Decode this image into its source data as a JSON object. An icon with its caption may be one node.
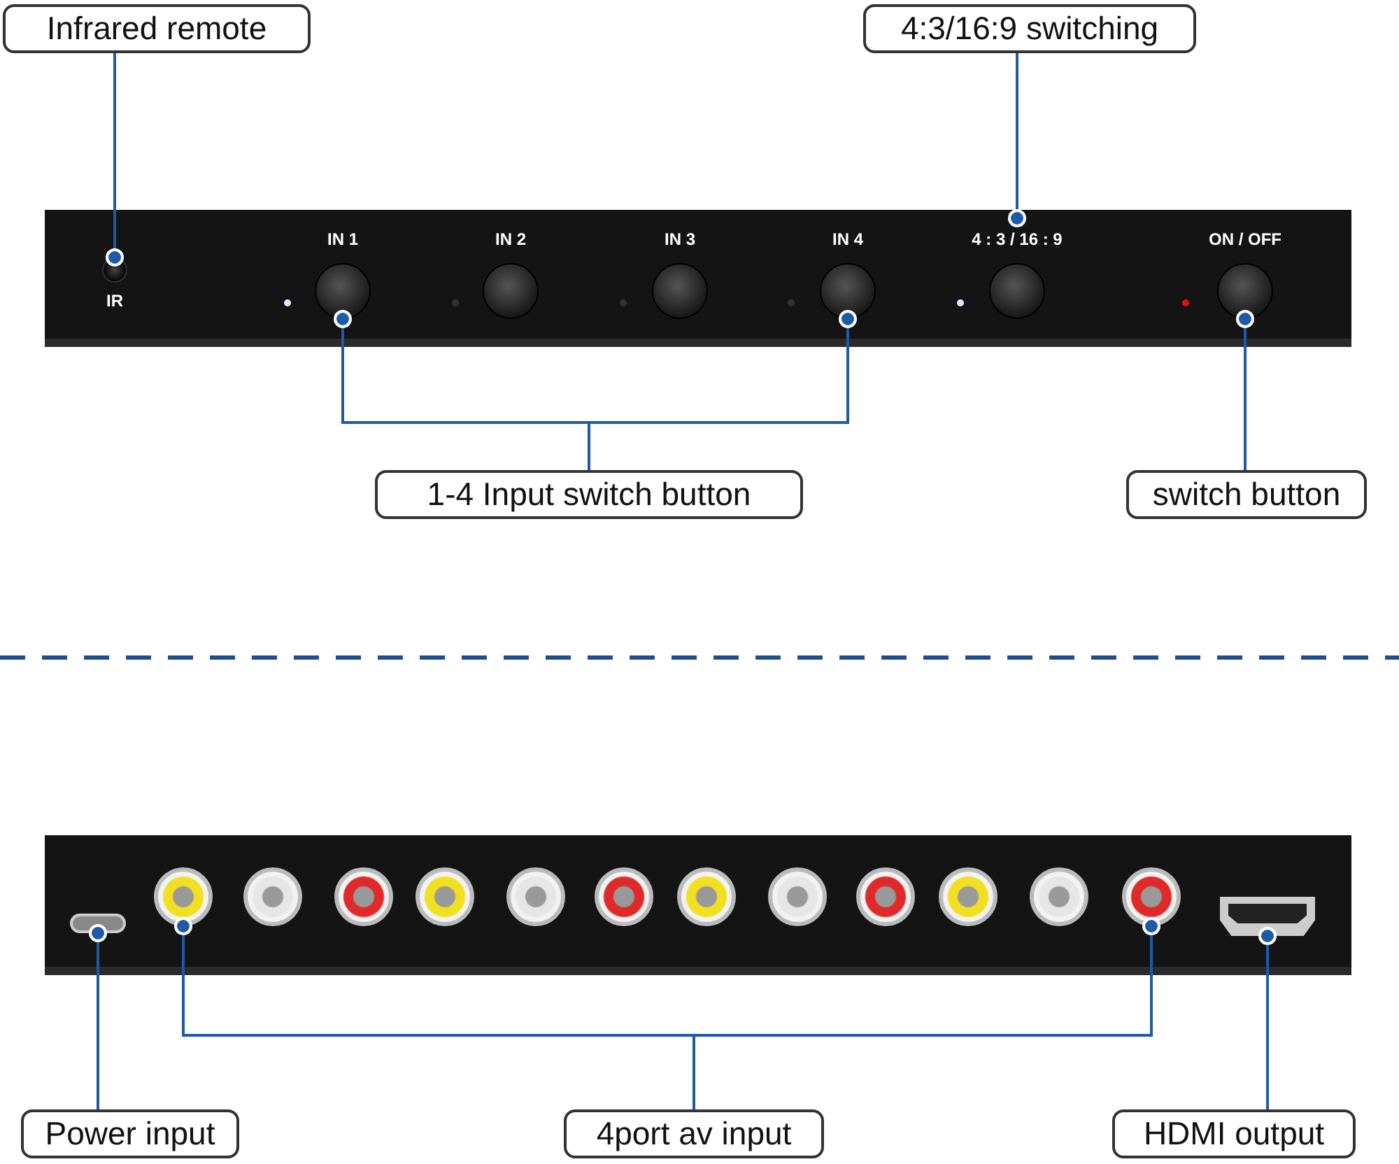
{
  "diagram": {
    "nodes": [
      {
        "text": [],
        "shape": "box"
      },
      {
        "text": [
          "IR"
        ],
        "in": 0
      },
      {
        "text": [
          "IN 1"
        ],
        "in": 0
      },
      {
        "text": [
          "IN 2"
        ],
        "in": 0
      },
      {
        "text": [
          "IN 3"
        ],
        "in": 0
      },
      {
        "text": [
          "IN 4"
        ],
        "in": 0
      },
      {
        "text": [
          "4 : 3 / 16 : 9"
        ],
        "in": 0
      },
      {
        "text": [
          "ON / OFF"
        ],
        "in": 0
      },
      {
        "text": [
          "Infrared remote"
        ]
      },
      {
        "text": [
          "4:3/16:9 switching"
        ]
      },
      {
        "text": [
          "1-4 Input switch button"
        ]
      },
      {
        "text": [
          "switch button"
        ]
      },
      {
        "text": [],
        "shape": "box"
      },
      {
        "text": [],
        "shape": "box",
        "in": 12
      },
      {
        "text": [],
        "shape": "circle",
        "in": 12
      },
      {
        "text": [],
        "shape": "circle",
        "in": 12
      },
      {
        "text": [],
        "shape": "circle",
        "in": 12
      },
      {
        "text": [],
        "shape": "circle",
        "in": 12
      },
      {
        "text": [],
        "shape": "circle",
        "in": 12
      },
      {
        "text": [],
        "shape": "circle",
        "in": 12
      },
      {
        "text": [],
        "shape": "circle",
        "in": 12
      },
      {
        "text": [],
        "shape": "circle",
        "in": 12
      },
      {
        "text": [],
        "shape": "circle",
        "in": 12
      },
      {
        "text": [],
        "shape": "circle",
        "in": 12
      },
      {
        "text": [],
        "shape": "circle",
        "in": 12
      },
      {
        "text": [],
        "shape": "circle",
        "in": 12
      },
      {
        "text": [],
        "shape": "box",
        "in": 12
      },
      {
        "text": [
          "Power input"
        ]
      },
      {
        "text": [
          "4port av input"
        ]
      },
      {
        "text": [
          "HDMI output"
        ]
      }
    ],
    "edges": [
      {
        "from": 8,
        "to": 1,
        "arrow": "other"
      },
      {
        "from": 9,
        "to": 6,
        "arrow": "other"
      },
      {
        "from": 10,
        "to": 2,
        "arrow": "other"
      },
      {
        "from": 10,
        "to": 5,
        "arrow": "other"
      },
      {
        "from": 11,
        "to": 7,
        "arrow": "other"
      },
      {
        "from": 27,
        "to": 13,
        "arrow": "other"
      },
      {
        "from": 28,
        "to": 14,
        "arrow": "other"
      },
      {
        "from": 28,
        "to": 25,
        "arrow": "other"
      },
      {
        "from": 29,
        "to": 26,
        "arrow": "other"
      }
    ]
  }
}
